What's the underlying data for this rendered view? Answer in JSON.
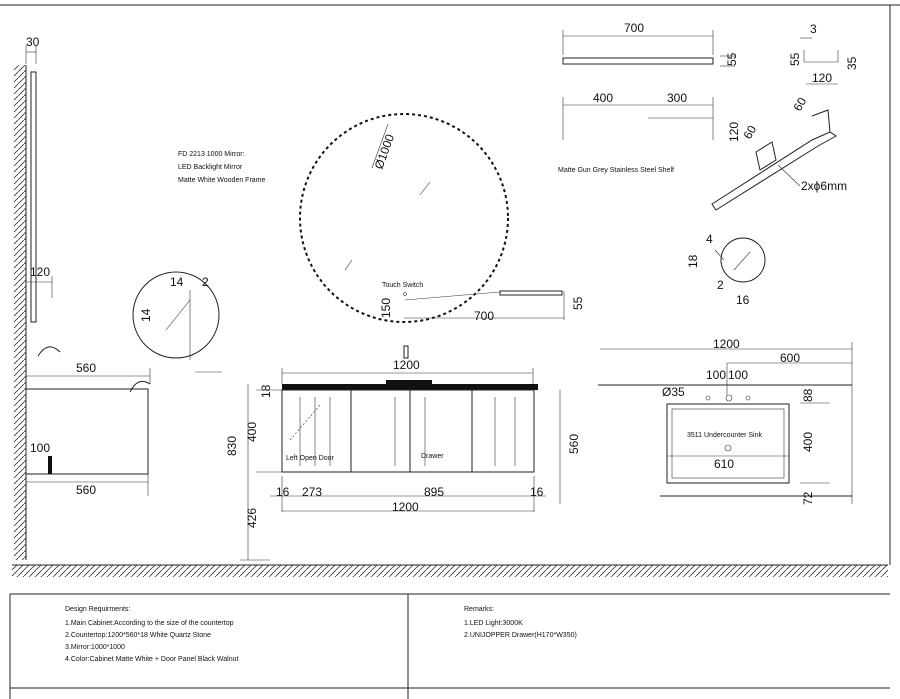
{
  "dimensions": {
    "shelf_len": "700",
    "shelf_h": "55",
    "bracket_3": "3",
    "bracket_55": "55",
    "bracket_35": "35",
    "bracket_120": "120",
    "shelf_400": "400",
    "shelf_300": "300",
    "shelf_120": "120",
    "shelf_60a": "60",
    "shelf_60b": "60",
    "holes": "2xϕ6mm",
    "wall_30": "30",
    "wall_120": "120",
    "mirror_d": "Ø1000",
    "mirror_150": "150",
    "mirror_700": "700",
    "mirror_55": "55",
    "detail_14a": "14",
    "detail_2": "2",
    "detail_14b": "14",
    "switch_4": "4",
    "switch_18": "18",
    "switch_2": "2",
    "switch_16": "16",
    "side_560_top": "560",
    "side_100": "100",
    "side_560_bot": "560",
    "front_1200_top": "1200",
    "front_18": "18",
    "front_400": "400",
    "front_830": "830",
    "front_426": "426",
    "front_16a": "16",
    "front_273": "273",
    "front_895": "895",
    "front_16b": "16",
    "front_1200_bot": "1200",
    "front_560": "560",
    "top_1200": "1200",
    "top_600": "600",
    "top_100a": "100",
    "top_100b": "100",
    "top_35": "Ø35",
    "top_610": "610",
    "top_88": "88",
    "top_400": "400",
    "top_72": "72"
  },
  "labels": {
    "mirror_line1": "FD 2213 1000 Mirror:",
    "mirror_line2": "LED Backlight Mirror",
    "mirror_line3": "Matte White Wooden Frame",
    "shelf_label": "Matte Gun Grey Stainless Steel Shelf",
    "touch_switch": "Touch Switch",
    "left_door": "Left Open Door",
    "drawer": "Drawer",
    "sink": "3511 Undercounter Sink"
  },
  "notes": {
    "design_title": "Design Requirments:",
    "design_items": [
      "1.Main Cabinet:According to the size of the countertop",
      "2.Countertop:1200*560*18 White Quartz Stone",
      "3.Mirror:1000*1000",
      "4.Color:Cabinet Matte White + Door Panel Black Walnut"
    ],
    "remarks_title": "Remarks:",
    "remarks_items": [
      "1.LED Light:3000K",
      "2.UNIJOPPER Drawer(H170*W350)"
    ]
  }
}
